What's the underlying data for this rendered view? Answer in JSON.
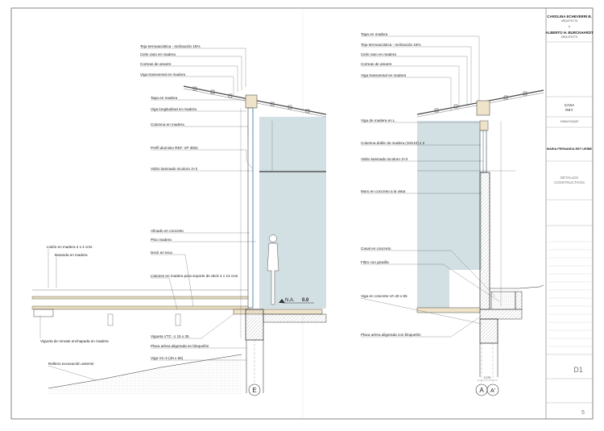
{
  "title_block": {
    "firm_1": "CAROLINA ECHEVERRI B.",
    "firm_1_sub": "ARQUITECTA",
    "ampersand": "&",
    "firm_2": "ALBERTO H. BURCKHARDT",
    "firm_2_sub": "ARQUITECTO",
    "project_line1": "CASA",
    "project_line2": "REY",
    "location": "SUBACHOQUE",
    "owner": "MARIA FERNANDA REY URIBE",
    "sheet_title_line1": "DETALLES",
    "sheet_title_line2": "CONSTRUCTIVOS",
    "sheet_code": "D1",
    "page_number": "5"
  },
  "section_E": {
    "labels": [
      "Teja termoacústica - Inclinación 15%",
      "Cielo raso en madera",
      "Correas de amarre",
      "Viga transversal en madera",
      "Tapa en madera",
      "Viga longitudinal en madera",
      "Columna en madera",
      "Perfil aluminio REF. VP 3831",
      "Vidrio laminado incoloro 3+3",
      "Afinado en concreto",
      "Piso madera",
      "Listón en madera 4 x 4 cms",
      "Baranda en madera",
      "Deck en teca",
      "Listones en madera para soporte de deck 4 x 13 cms",
      "Vigueta de remate enchapada en madera",
      "Vigueta VTC -1 15 x 35",
      "Placa aérea aligerada en bloquelón",
      "Viga VC-4 (40 x 65)",
      "Relleno excavación anterior"
    ],
    "level_label": "N.A.",
    "level_value": "0.0",
    "axis": "E"
  },
  "section_A": {
    "labels": [
      "Tapa en madera",
      "Teja termoacústica - Inclinación 15%",
      "Cielo raso en madera",
      "Correas de amarre",
      "Viga transversal en madera",
      "Viga de madera en L",
      "Columna doble de madera (10X10) x 2",
      "Vidrio laminado incoloro 3+3",
      "Muro en concreto a la vista",
      "Canal en concreto",
      "Filtro con gravilla",
      "Viga en concreto VA 40 x 65",
      "Placa aérea aligerada con bloquelón"
    ],
    "axis_1": "A",
    "axis_2": "A'",
    "offset_dim": "0.275"
  },
  "colors": {
    "glass": "#d2dfe3",
    "wall_hatch": "#c8c8c8",
    "line": "#333333",
    "frame": "#555555"
  }
}
